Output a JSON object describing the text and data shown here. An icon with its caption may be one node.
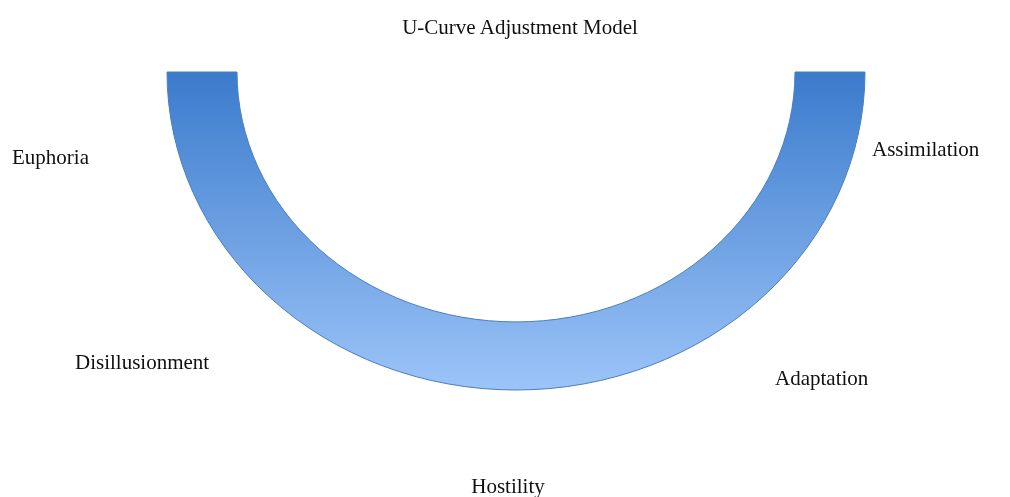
{
  "diagram": {
    "title": "U-Curve Adjustment Model",
    "labels": [
      "Euphoria",
      "Assimilation",
      "Disillusionment",
      "Adaptation",
      "Hostility"
    ]
  }
}
